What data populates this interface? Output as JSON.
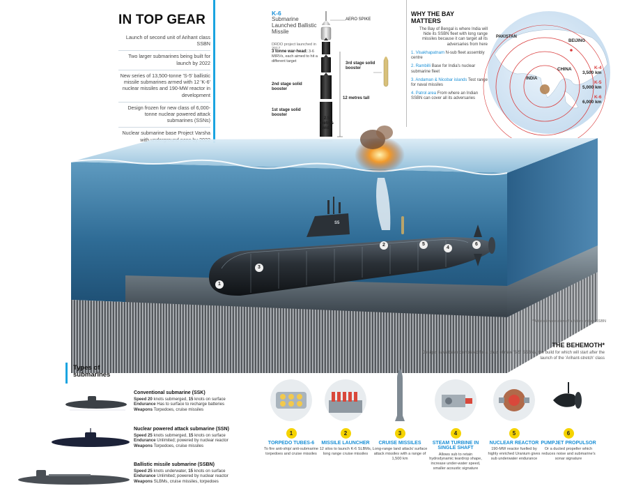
{
  "top_gear": {
    "title": "IN TOP GEAR",
    "items": [
      "Launch of second unit of Arihant class SSBN",
      "Two larger submarines being built for launch by 2022",
      "New series of 13,500-tonne 'S-5' ballistic missile submarines armed with 12 'K-6' nuclear missiles and 190-MW reactor in development",
      "Design frozen for new class of 6,000-tonne nuclear powered attack submarines (SSNs)",
      "Nuclear submarine base Project Varsha with underground pens by 2022"
    ]
  },
  "k6": {
    "title": "K-6",
    "subtitle": "Submarine Launched Ballistic Missile",
    "drdo": "DRDO project launched in 2017",
    "aero_spike": "AERO SPIKE",
    "warhead_bold": "3 tonne war-head:",
    "warhead_note": "3-6 MIRVs, each aimed to hit a different target",
    "third_stage": "3rd stage solid booster",
    "second_stage": "2nd stage solid booster",
    "height": "12 metres tall",
    "first_stage": "1st stage solid booster",
    "width": "2.5 metres wide"
  },
  "bay": {
    "title": "WHY THE BAY MATTERS",
    "intro": "The Bay of Bengal is where India will hide its SSBN fleet with long range missiles because it can target all its adversaries from here",
    "points": [
      {
        "num": "1.",
        "name": "Visakhapatnam",
        "text": "N-sub fleet assembly centre"
      },
      {
        "num": "2.",
        "name": "Rambilli",
        "text": "Base for India's nuclear submarine fleet"
      },
      {
        "num": "3.",
        "name": "Andaman & Nicobar islands",
        "text": "Test range for naval missiles"
      },
      {
        "num": "4.",
        "name": "Patrol area",
        "text": "From where an Indian SSBN can cover all its adversaries"
      }
    ]
  },
  "map": {
    "labels": [
      "PAKISTAN",
      "BEIJING",
      "CHINA",
      "INDIA"
    ],
    "ranges": [
      {
        "name": "K-4",
        "range": "3,500 km",
        "color": "#d83a3a"
      },
      {
        "name": "K-5",
        "range": "5,000 km",
        "color": "#d83a3a"
      },
      {
        "name": "K-6",
        "range": "6,000 km",
        "color": "#d83a3a"
      }
    ]
  },
  "scene": {
    "hull_marking": "S5",
    "callouts": [
      "1",
      "2",
      "3",
      "4",
      "5",
      "6"
    ]
  },
  "artist_note": "*Artist's impression of a future Indian SSBN",
  "behemoth": {
    "title": "THE BEHEMOTH*",
    "text": "Designs have been completed for a class of new 'S-5' SSBNs, the build for which will start after the launch of the 'Arihant-stretch' class"
  },
  "types": {
    "heading": "Types of submarines",
    "items": [
      {
        "name": "Conventional submarine (SSK)",
        "speed_label": "Speed",
        "speed_a": "20",
        "speed_b": " knots submerged, ",
        "speed_c": "15",
        "speed_d": " knots on surface",
        "endurance_label": "Endurance",
        "endurance": " Has to surface to recharge batteries",
        "weapons_label": "Weapons",
        "weapons": " Torpedoes, cruise missiles"
      },
      {
        "name": "Nuclear powered attack submarine (SSN)",
        "speed_label": "Speed",
        "speed_a": "25",
        "speed_b": " knots submerged, ",
        "speed_c": "15",
        "speed_d": " knots on surface",
        "endurance_label": "Endurance",
        "endurance": " Unlimited; powered by nuclear reactor",
        "weapons_label": "Weapons",
        "weapons": " Torpedoes, cruise missiles"
      },
      {
        "name": "Ballistic missile submarine (SSBN)",
        "speed_label": "Speed",
        "speed_a": "25",
        "speed_b": " knots underwater, ",
        "speed_c": "15",
        "speed_d": " knots on surface",
        "endurance_label": "Endurance",
        "endurance": " Unlimited; powered by nuclear reactor",
        "weapons_label": "Weapons",
        "weapons": " SLBMs, cruise missiles, torpedoes"
      }
    ]
  },
  "features": [
    {
      "num": "1",
      "title": "TORPEDO TUBES-6",
      "desc": "To fire anti-ship/ anti-submarine torpedoes and cruise missiles"
    },
    {
      "num": "2",
      "title": "MISSILE LAUNCHER",
      "desc": "12 silos to launch K-6 SLBMs, long range cruise missiles"
    },
    {
      "num": "3",
      "title": "CRUISE MISSILES",
      "desc": "Long-range land attack/ surface attack missiles with a range of 1,500 km"
    },
    {
      "num": "4",
      "title": "STEAM TURBINE IN SINGLE SHAFT",
      "desc": "Allows sub to retain hydrodynamic teardrop shape, increase under-water speed, smaller acoustic signature"
    },
    {
      "num": "5",
      "title": "NUCLEAR REACTOR",
      "desc": "190-MW reactor fuelled by highly enriched Uranium gives sub underwater endurance"
    },
    {
      "num": "6",
      "title": "PUMPJET PROPULSOR",
      "desc": "Or a ducted propeller which reduces noise and submarine's sonar signature"
    }
  ]
}
